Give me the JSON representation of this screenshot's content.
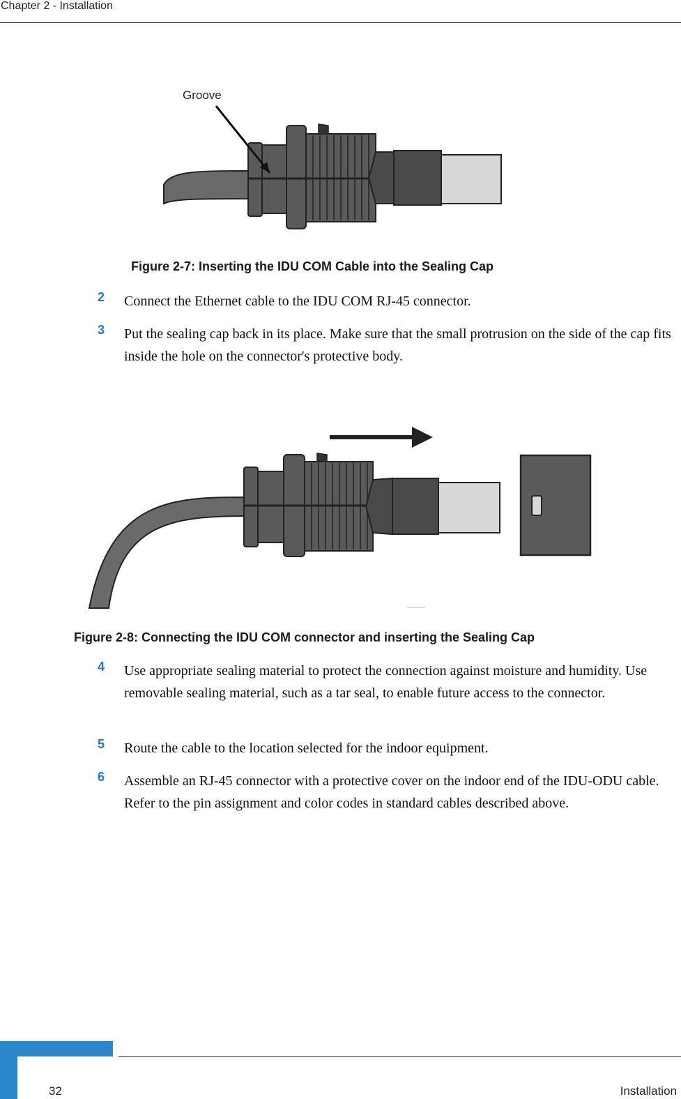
{
  "header": {
    "chapter": "Chapter 2 - Installation"
  },
  "figure1": {
    "label_groove": "Groove",
    "caption": "Figure 2-7: Inserting the IDU COM Cable into the Sealing Cap"
  },
  "steps_a": [
    {
      "num": "2",
      "text": "Connect the Ethernet cable to the IDU COM RJ-45 connector."
    },
    {
      "num": "3",
      "text": "Put the sealing cap back in its place. Make sure that the small protrusion on the side of the cap fits inside the hole on the connector's protective body."
    }
  ],
  "figure2": {
    "caption": "Figure 2-8: Connecting the IDU COM connector and inserting the Sealing Cap"
  },
  "steps_b": [
    {
      "num": "4",
      "text": "Use appropriate sealing material to protect the connection against moisture and humidity. Use removable sealing material, such as a tar seal, to enable future access to the connector."
    },
    {
      "num": "5",
      "text": "Route the cable to the location selected for the indoor equipment."
    },
    {
      "num": "6",
      "text": "Assemble an RJ-45 connector with a protective cover on the indoor end of the IDU-ODU cable. Refer to the pin assignment and color codes in standard cables described above."
    }
  ],
  "footer": {
    "page_number": "32",
    "section": "Installation"
  },
  "colors": {
    "accent": "#2278c7",
    "footer_bar": "#2a86c8",
    "connector": "#5a5a5a",
    "plug": "#d8d8d8"
  }
}
